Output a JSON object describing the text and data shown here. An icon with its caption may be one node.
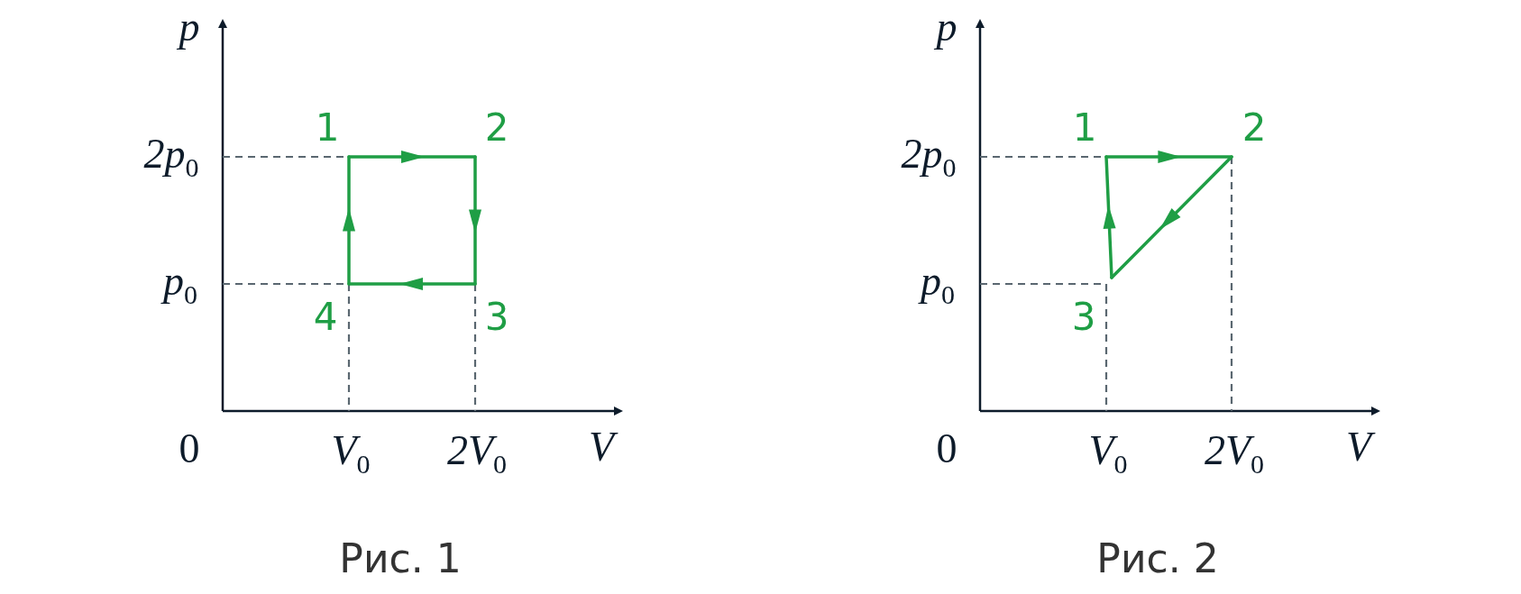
{
  "diagram": {
    "nodes": [
      {
        "text": [
          "1"
        ]
      },
      {
        "text": [
          "2"
        ]
      },
      {
        "text": [
          "3"
        ]
      },
      {
        "text": [
          "4"
        ]
      },
      {
        "text": [
          "1"
        ]
      },
      {
        "text": [
          "2"
        ]
      },
      {
        "text": [
          "3"
        ]
      }
    ],
    "edges": [
      {
        "from": 0,
        "to": 1,
        "arrow": "to"
      },
      {
        "from": 1,
        "to": 2,
        "arrow": "to"
      },
      {
        "from": 2,
        "to": 3,
        "arrow": "to"
      },
      {
        "from": 3,
        "to": 0,
        "arrow": "to"
      },
      {
        "from": 4,
        "to": 5,
        "arrow": "to"
      },
      {
        "from": 5,
        "to": 6,
        "arrow": "to"
      },
      {
        "from": 6,
        "to": 4,
        "arrow": "to"
      }
    ],
    "labels": [
      "p",
      "2p$_{0}$",
      "p$_{0}$",
      "0",
      "V$_{0}$",
      "2V$_{0}$",
      "V",
      "Рис. 1",
      "p",
      "2p$_{0}$",
      "p$_{0}$",
      "0",
      "V$_{0}$",
      "2V$_{0}$",
      "V",
      "Рис. 2"
    ]
  }
}
